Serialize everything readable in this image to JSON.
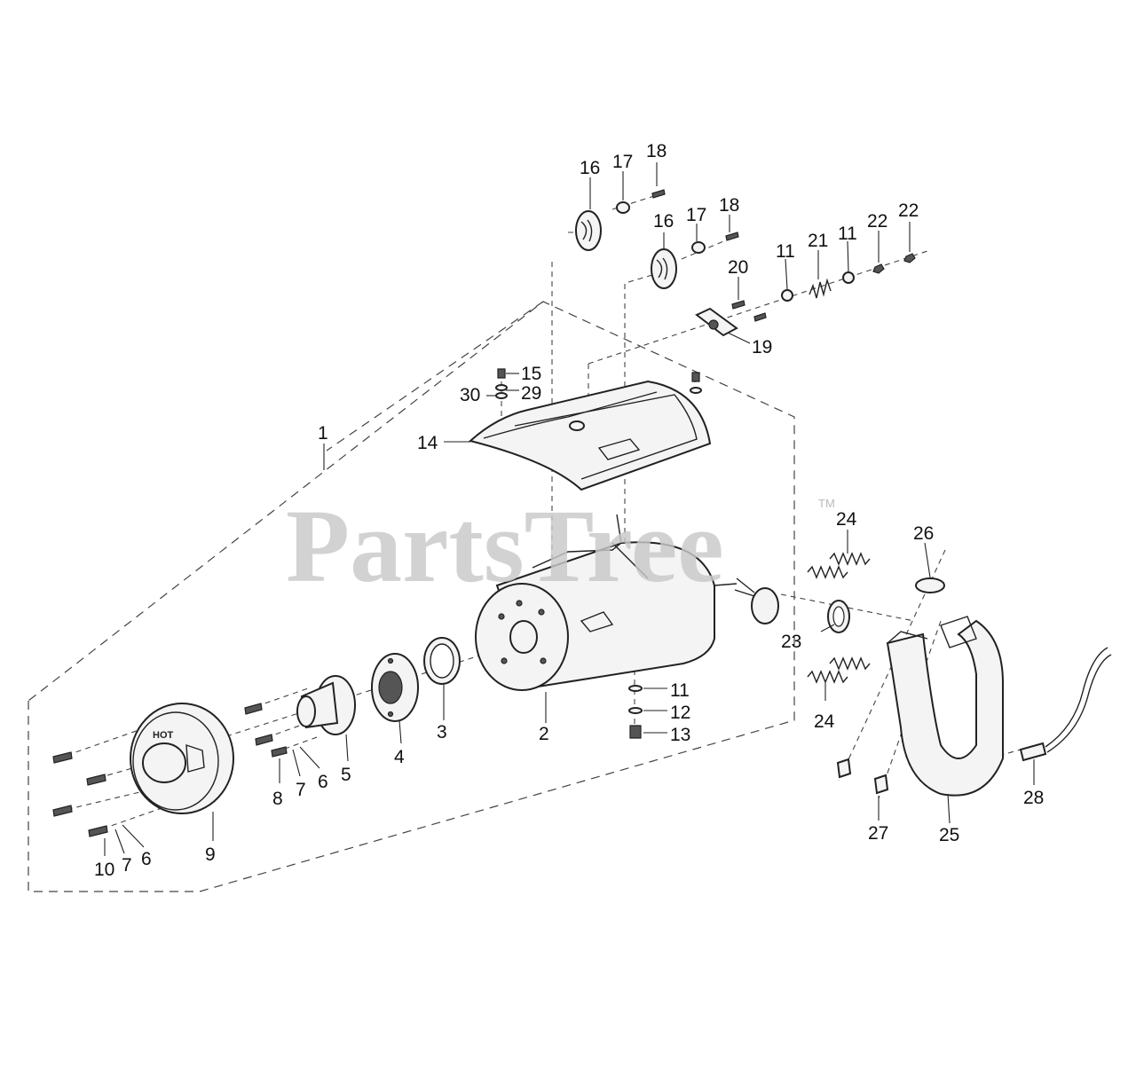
{
  "watermark": {
    "brand": "PartsTree",
    "trademark": "TM"
  },
  "callouts": [
    {
      "id": "c1",
      "text": "1"
    },
    {
      "id": "c2",
      "text": "2"
    },
    {
      "id": "c3",
      "text": "3"
    },
    {
      "id": "c4",
      "text": "4"
    },
    {
      "id": "c5",
      "text": "5"
    },
    {
      "id": "c6a",
      "text": "6"
    },
    {
      "id": "c6b",
      "text": "6"
    },
    {
      "id": "c7a",
      "text": "7"
    },
    {
      "id": "c7b",
      "text": "7"
    },
    {
      "id": "c8",
      "text": "8"
    },
    {
      "id": "c9",
      "text": "9"
    },
    {
      "id": "c10",
      "text": "10"
    },
    {
      "id": "c11a",
      "text": "11"
    },
    {
      "id": "c11b",
      "text": "11"
    },
    {
      "id": "c11c",
      "text": "11"
    },
    {
      "id": "c12",
      "text": "12"
    },
    {
      "id": "c13",
      "text": "13"
    },
    {
      "id": "c14",
      "text": "14"
    },
    {
      "id": "c15",
      "text": "15"
    },
    {
      "id": "c16a",
      "text": "16"
    },
    {
      "id": "c16b",
      "text": "16"
    },
    {
      "id": "c17a",
      "text": "17"
    },
    {
      "id": "c17b",
      "text": "17"
    },
    {
      "id": "c18a",
      "text": "18"
    },
    {
      "id": "c18b",
      "text": "18"
    },
    {
      "id": "c19",
      "text": "19"
    },
    {
      "id": "c20",
      "text": "20"
    },
    {
      "id": "c21",
      "text": "21"
    },
    {
      "id": "c22a",
      "text": "22"
    },
    {
      "id": "c22b",
      "text": "22"
    },
    {
      "id": "c23",
      "text": "23"
    },
    {
      "id": "c24a",
      "text": "24"
    },
    {
      "id": "c24b",
      "text": "24"
    },
    {
      "id": "c25",
      "text": "25"
    },
    {
      "id": "c26",
      "text": "26"
    },
    {
      "id": "c27",
      "text": "27"
    },
    {
      "id": "c28",
      "text": "28"
    },
    {
      "id": "c29",
      "text": "29"
    },
    {
      "id": "c30",
      "text": "30"
    }
  ],
  "colors": {
    "line": "#222222",
    "watermark": "#c9c9c9",
    "background": "#ffffff"
  }
}
